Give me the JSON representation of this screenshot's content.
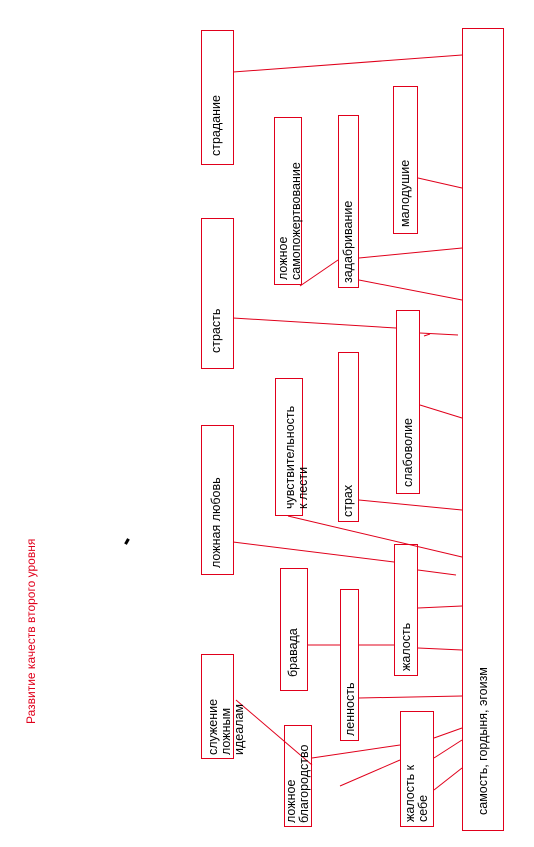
{
  "title": "Развитие качеств второго уровня",
  "boxes": {
    "samost": "самость, гордыня, эгоизм",
    "stradanie": "страдание",
    "strast": "страсть",
    "lozhnaya_lyubov": "ложная любовь",
    "sluzhenie": "служение\nложным\nидеалам",
    "lozhnoe_samopozhertvovanie": "ложное\nсамопожертвование",
    "chuvstvitelnost": "чувствительность\nк лести",
    "bravada": "бравада",
    "lozhnoe_blagorodstvo": "ложное\nблагородство",
    "zadabrivanie": "задабривание",
    "strakh": "страх",
    "lennost": "ленность",
    "malodushie": "малодушие",
    "slabovolie": "слабоволие",
    "zhalost": "жалость",
    "zhalost_k_sebe": "жалость к\nсебе"
  },
  "colors": {
    "line": "#e0001b",
    "text": "#000000",
    "title": "#e0001b"
  }
}
